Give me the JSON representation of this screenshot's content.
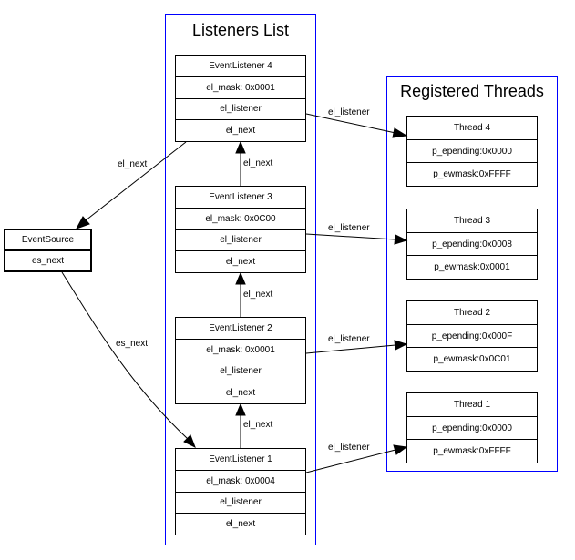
{
  "clusters": {
    "listeners": {
      "title": "Listeners List"
    },
    "threads": {
      "title": "Registered Threads"
    }
  },
  "event_source": {
    "title": "EventSource",
    "next": "es_next"
  },
  "listeners": [
    {
      "title": "EventListener 4",
      "mask": "el_mask: 0x0001",
      "listener": "el_listener",
      "next": "el_next"
    },
    {
      "title": "EventListener 3",
      "mask": "el_mask: 0x0C00",
      "listener": "el_listener",
      "next": "el_next"
    },
    {
      "title": "EventListener 2",
      "mask": "el_mask: 0x0001",
      "listener": "el_listener",
      "next": "el_next"
    },
    {
      "title": "EventListener 1",
      "mask": "el_mask: 0x0004",
      "listener": "el_listener",
      "next": "el_next"
    }
  ],
  "threads": [
    {
      "title": "Thread 4",
      "pending": "p_epending:0x0000",
      "mask": "p_ewmask:0xFFFF"
    },
    {
      "title": "Thread 3",
      "pending": "p_epending:0x0008",
      "mask": "p_ewmask:0x0001"
    },
    {
      "title": "Thread 2",
      "pending": "p_epending:0x000F",
      "mask": "p_ewmask:0x0C01"
    },
    {
      "title": "Thread 1",
      "pending": "p_epending:0x0000",
      "mask": "p_ewmask:0xFFFF"
    }
  ],
  "edge_labels": {
    "el_listener": "el_listener",
    "el_next": "el_next",
    "es_next": "es_next"
  },
  "colors": {
    "cluster_border": "#0000ff",
    "stroke": "#000000",
    "background": "#ffffff"
  }
}
